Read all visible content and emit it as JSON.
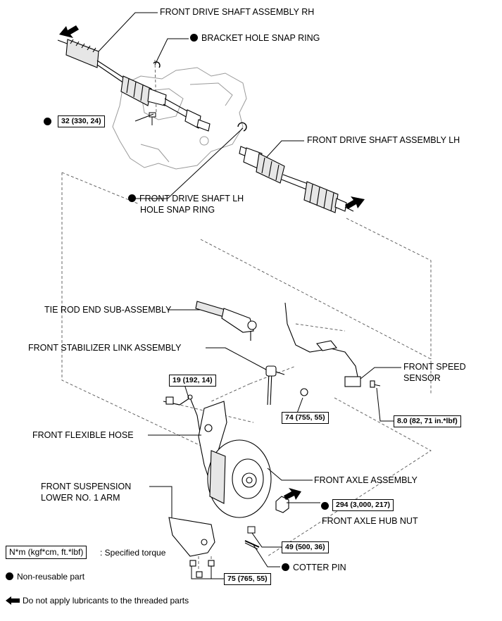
{
  "labels": {
    "front_drive_shaft_rh": "FRONT DRIVE SHAFT ASSEMBLY RH",
    "bracket_hole_snap_ring": "BRACKET HOLE SNAP RING",
    "front_drive_shaft_lh": "FRONT DRIVE SHAFT ASSEMBLY LH",
    "lh_hole_snap_ring_line1": "FRONT DRIVE SHAFT LH",
    "lh_hole_snap_ring_line2": "HOLE SNAP RING",
    "tie_rod_end": "TIE ROD END SUB-ASSEMBLY",
    "stabilizer_link": "FRONT STABILIZER LINK ASSEMBLY",
    "speed_sensor_line1": "FRONT SPEED",
    "speed_sensor_line2": "SENSOR",
    "flexible_hose": "FRONT FLEXIBLE HOSE",
    "axle_assembly": "FRONT AXLE ASSEMBLY",
    "lower_arm_line1": "FRONT SUSPENSION",
    "lower_arm_line2": "LOWER NO. 1 ARM",
    "axle_hub_nut": "FRONT AXLE HUB NUT",
    "cotter_pin": "COTTER PIN"
  },
  "torques": {
    "t32": "32 (330, 24)",
    "t19": "19 (192, 14)",
    "t74": "74 (755, 55)",
    "t8": "8.0 (82, 71 in.*lbf)",
    "t294": "294 (3,000, 217)",
    "t49": "49 (500, 36)",
    "t75": "75 (765, 55)"
  },
  "legend": {
    "torque_box": "N*m (kgf*cm, ft.*lbf)",
    "torque_text": ": Specified torque",
    "non_reusable": "Non-reusable part",
    "no_lubricant": "Do not apply lubricants to the threaded parts"
  }
}
